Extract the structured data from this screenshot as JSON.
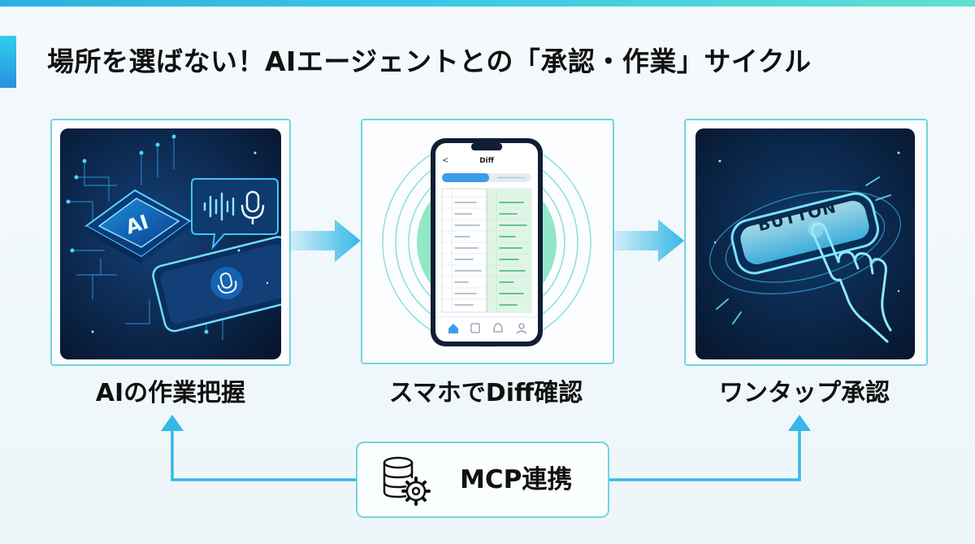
{
  "title": "場所を選ばない！AIエージェントとの「承認・作業」サイクル",
  "steps": [
    {
      "label": "AIの作業把握",
      "icon": "ai-chip-icon"
    },
    {
      "label": "スマホでDiff確認",
      "icon": "smartphone-diff-icon"
    },
    {
      "label": "ワンタップ承認",
      "icon": "tap-button-icon"
    }
  ],
  "illustrations": {
    "chip_text": "AI",
    "phone_title": "Diff",
    "button_text": "BUTTON"
  },
  "integration": {
    "label": "MCP連携",
    "icon": "database-gear-icon"
  },
  "colors": {
    "accent": "#2bb0e0",
    "frame": "#6fd6df",
    "arrow": "#35b8e8",
    "dark_panel": "#0a1f3d"
  }
}
